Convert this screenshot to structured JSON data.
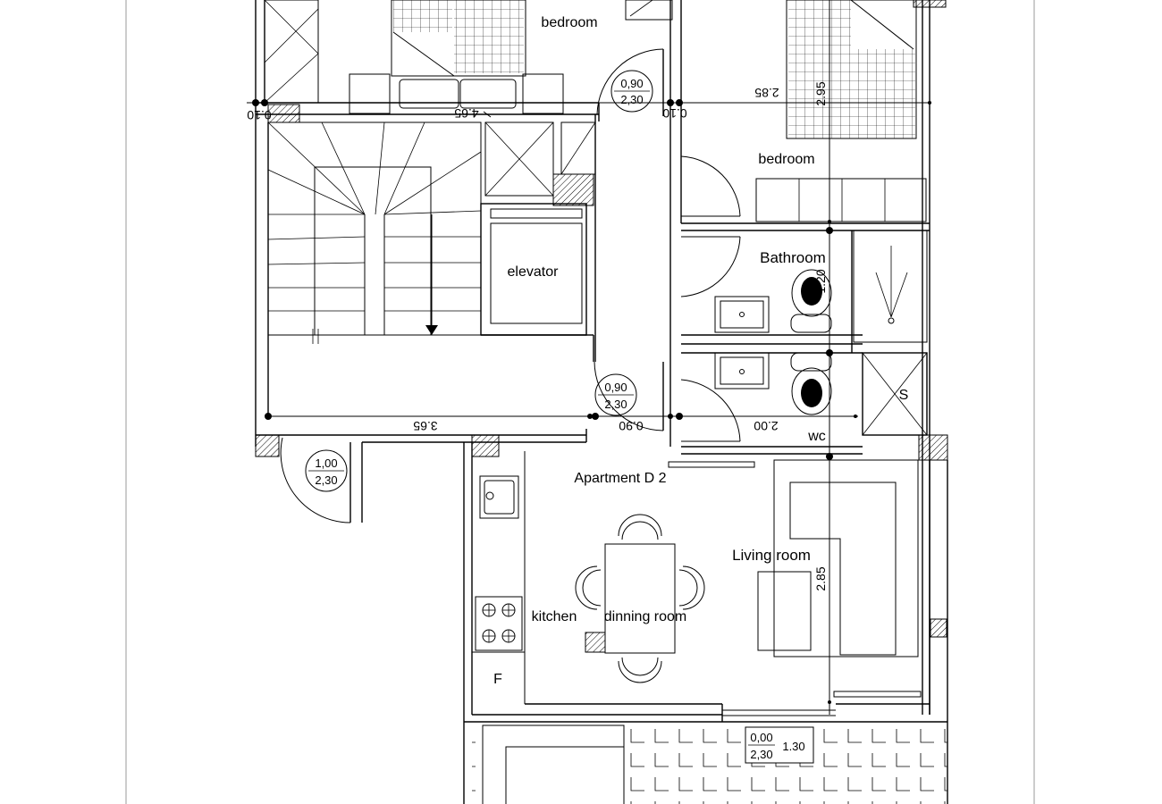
{
  "rooms": {
    "bedroom_top": "bedroom",
    "bedroom_right": "bedroom",
    "bathroom": "Bathroom",
    "wc": "wc",
    "elevator": "elevator",
    "apartment": "Apartment D 2",
    "living_room": "Living room",
    "kitchen": "kitchen",
    "dining_room": "dinning room",
    "fridge": "F",
    "shaft": "S"
  },
  "dimensions": {
    "d_010_left": "0.10",
    "d_465": "4.65",
    "d_010_right": "0.10",
    "d_285_top": "2.85",
    "d_295": "2.95",
    "d_120": "1.20",
    "d_365": "3.65",
    "d_090": "0.90",
    "d_200": "2.00",
    "d_285_living": "2.85",
    "d_130": "1.30"
  },
  "door_tags": [
    {
      "top": "0,90",
      "bottom": "2,30"
    },
    {
      "top": "0,90",
      "bottom": "2,30"
    },
    {
      "top": "1,00",
      "bottom": "2,30"
    },
    {
      "top": "0,00",
      "bottom": "2,30"
    }
  ],
  "colors": {
    "line": "#000000",
    "background": "#ffffff",
    "frame": "#bbbbbb"
  }
}
